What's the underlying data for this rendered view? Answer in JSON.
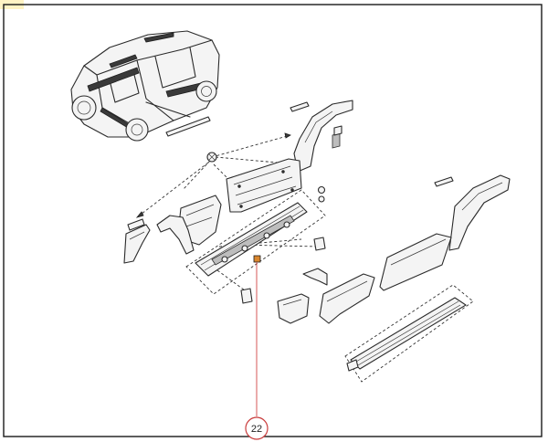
{
  "diagram": {
    "callout": {
      "number": "22"
    },
    "colors": {
      "frame": "#1a1a1a",
      "line": "#2a2a2a",
      "highlight_part": "#d9862e",
      "leader": "#d04545",
      "callout_ring": "#c93a3a",
      "corner_highlight": "#fff3c4"
    },
    "icons": [
      "vehicle-overview",
      "exploded-body-trim-parts"
    ]
  }
}
